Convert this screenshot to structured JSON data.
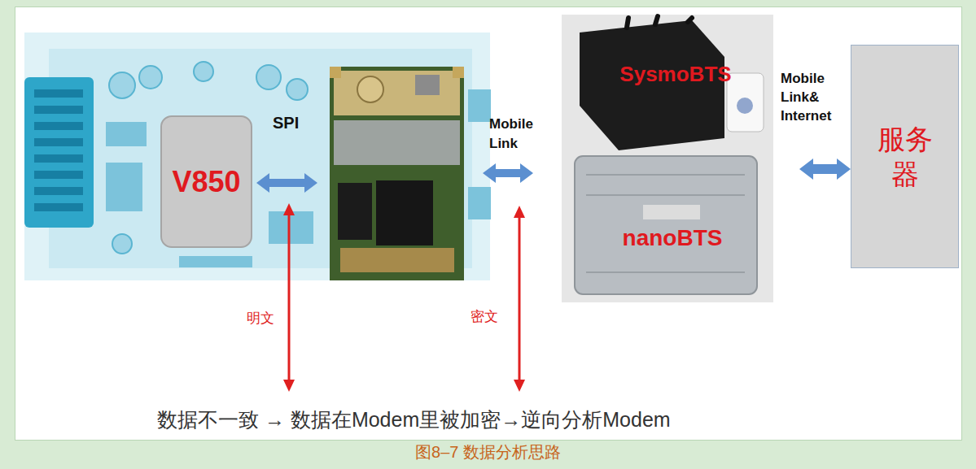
{
  "diagram": {
    "caption": "图8–7 数据分析思路",
    "nodes": [
      {
        "text": [
          "V850"
        ]
      },
      {
        "text": [
          "SysmoBTS",
          "nanoBTS"
        ]
      },
      {
        "text": [
          "服务器"
        ]
      }
    ],
    "edges": [
      {
        "from": 1,
        "to": 2,
        "arrow": "both",
        "label": "Mobile Link& Internet"
      }
    ],
    "labels": [
      "SPI",
      "Mobile Link",
      "明文",
      "密文",
      "数据不一致 → 数据在Modem里被加密→逆向分析Modem"
    ]
  }
}
